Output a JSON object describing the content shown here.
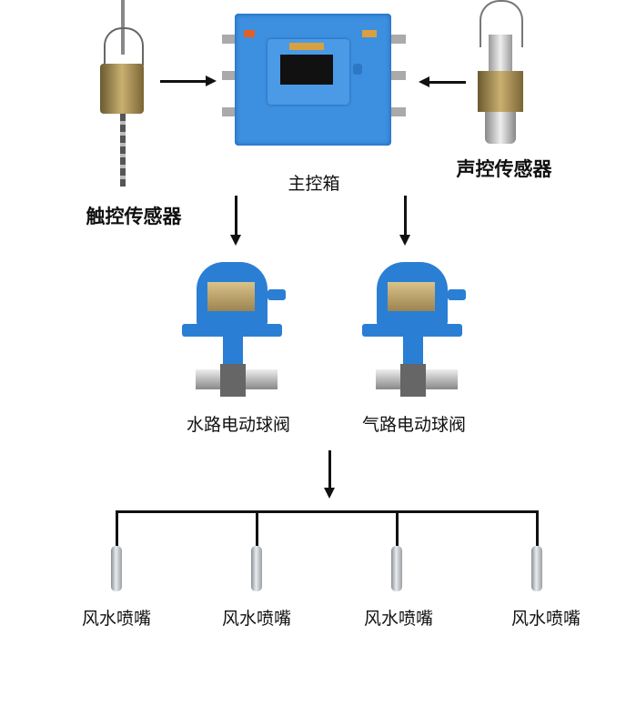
{
  "labels": {
    "touch_sensor": "触控传感器",
    "main_box": "主控箱",
    "sound_sensor": "声控传感器",
    "water_valve": "水路电动球阀",
    "air_valve": "气路电动球阀",
    "nozzles": [
      "风水喷嘴",
      "风水喷嘴",
      "风水喷嘴",
      "风水喷嘴"
    ]
  },
  "colors": {
    "box_blue": "#3d8fe0",
    "valve_blue": "#2a7fd4",
    "brass": "#b89a5a"
  }
}
